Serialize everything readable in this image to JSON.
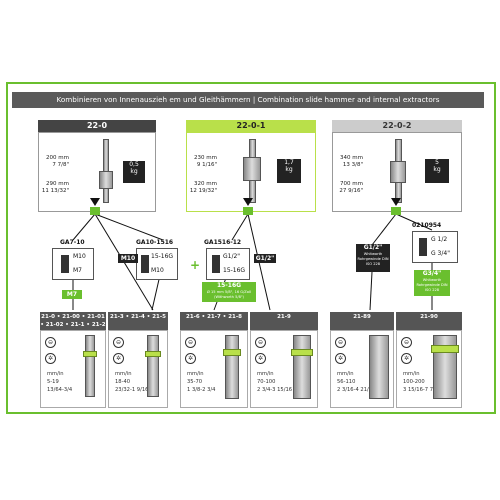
{
  "banner": "Kombinieren von Innenauszieh em und Gleithämmern | Combination slide hammer and internal extractors",
  "hammers": [
    {
      "code": "22-0",
      "len1_mm": "200 mm",
      "len1_in": "7 7/8\"",
      "len2_mm": "290 mm",
      "len2_in": "11 13/32\"",
      "weight": "0,5",
      "unit": "kg"
    },
    {
      "code": "22-0-1",
      "len1_mm": "230 mm",
      "len1_in": "9 1/16\"",
      "len2_mm": "320 mm",
      "len2_in": "12 19/32\"",
      "weight": "1,7",
      "unit": "kg"
    },
    {
      "code": "22-0-2",
      "len1_mm": "340 mm",
      "len1_in": "13 3/8\"",
      "len2_mm": "700 mm",
      "len2_in": "27 9/16\"",
      "weight": "5",
      "unit": "kg"
    }
  ],
  "adapters": {
    "ga7": {
      "code": "GA7-10",
      "top": "M10",
      "bottom": "M7"
    },
    "ga10": {
      "code": "GA10-1516",
      "top": "15-16G",
      "bottom": "M10"
    },
    "ga1516": {
      "code": "GA1516-12",
      "top": "G1/2\"",
      "bottom": "15-16G"
    },
    "a0210954": {
      "code": "0210954",
      "top": "G 1/2",
      "bottom": "G 3/4\""
    }
  },
  "threads": {
    "m7": "M7",
    "m10": "M10",
    "g12": "G1/2\"",
    "g12_dark": "G1/2\"",
    "g12_dark_sub": "Whitworth Rohrgewinde DIN ISO 228",
    "g34": "G3/4\"",
    "g34_sub": "Whitworth Rohrgewinde DIN ISO 228",
    "g1516": "15-16G",
    "g1516_sub": "Ø 15 mm 5/8\", 16 G/Zoll (Withworth 5/8\")"
  },
  "plus": "+",
  "extractors": [
    {
      "codes": "21-0 • 21-00 • 21-01 • 21-02 • 21-1 • 21-2",
      "unit": "mm/in",
      "mm": "5-19",
      "in": "13/64-3/4"
    },
    {
      "codes": "21-3 • 21-4 • 21-5",
      "unit": "mm/in",
      "mm": "18-40",
      "in": "23/32-1 9/16"
    },
    {
      "codes": "21-6 • 21-7 • 21-8",
      "unit": "mm/in",
      "mm": "35-70",
      "in": "1 3/8-2 3/4"
    },
    {
      "codes": "21-9",
      "unit": "mm/in",
      "mm": "70-100",
      "in": "2 3/4-3 15/16"
    },
    {
      "codes": "21-89",
      "unit": "mm/in",
      "mm": "56-110",
      "in": "2 3/16-4 21/64"
    },
    {
      "codes": "21-90",
      "unit": "mm/in",
      "mm": "100-200",
      "in": "3 15/16-7 7/8"
    }
  ]
}
